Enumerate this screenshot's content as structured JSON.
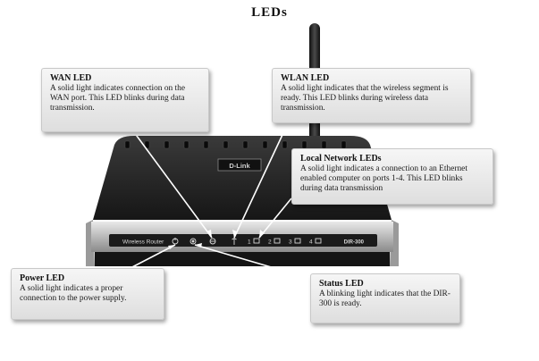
{
  "page": {
    "title": "LEDs"
  },
  "device": {
    "brand_badge": "D-Link",
    "panel_label": "Wireless Router",
    "model": "DIR-300",
    "port_labels": [
      "1",
      "2",
      "3",
      "4"
    ]
  },
  "callouts": {
    "wan": {
      "heading": "WAN LED",
      "body": "A solid light indicates connection on the WAN port. This LED blinks during data transmission."
    },
    "wlan": {
      "heading": "WLAN LED",
      "body": "A solid light indicates that the wireless segment is ready. This LED blinks during wireless data transmission."
    },
    "local": {
      "heading": "Local Network LEDs",
      "body": "A solid light indicates a connection to an Ethernet enabled computer on ports 1-4. This LED blinks during data transmission"
    },
    "power": {
      "heading": "Power LED",
      "body": "A solid light indicates a proper connection to the power supply."
    },
    "status": {
      "heading": "Status LED",
      "body": "A blinking light indicates that the DIR-300 is ready."
    }
  },
  "colors": {
    "body_dark": "#232323",
    "panel_silver": "#c9c9c9",
    "callout_bg": "#e8e8e8",
    "leader_line": "#ffffff"
  }
}
